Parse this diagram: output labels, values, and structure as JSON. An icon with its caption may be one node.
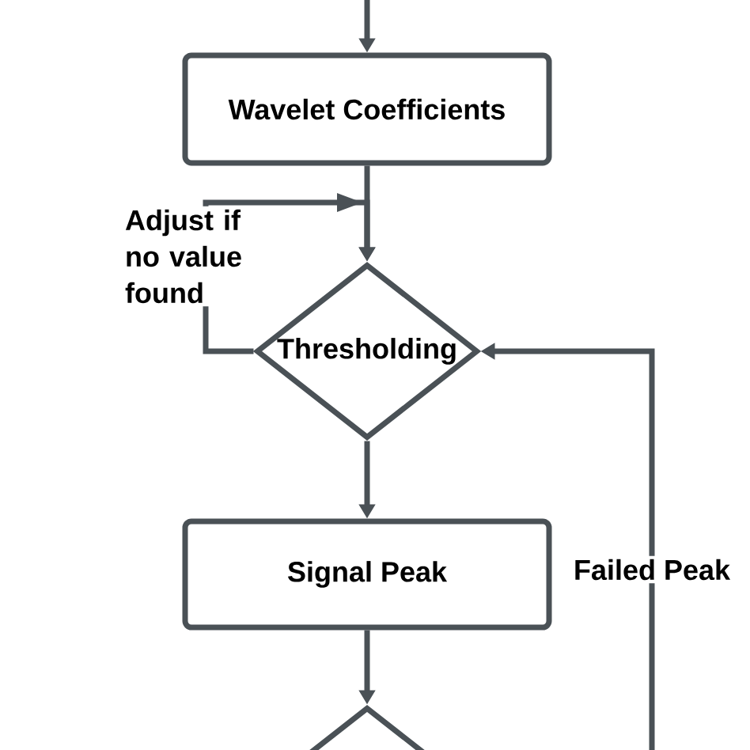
{
  "diagram": {
    "nodes": [
      {
        "text": [
          "Wavelet Coefficients"
        ]
      },
      {
        "text": [
          "Thresholding"
        ]
      },
      {
        "text": [
          "Signal Peak"
        ]
      },
      {
        "text": [],
        "shape": "diamond"
      }
    ],
    "edges": [
      {
        "from": null,
        "to": 0,
        "arrow": "to"
      },
      {
        "from": 0,
        "to": 1,
        "arrow": "to"
      },
      {
        "from": 1,
        "to": 1,
        "arrow": "to",
        "label": "Adjust if no value found"
      },
      {
        "from": 1,
        "to": 2,
        "arrow": "to"
      },
      {
        "from": 2,
        "to": 3,
        "arrow": "to"
      },
      {
        "from": 3,
        "to": 1,
        "arrow": "to",
        "label": "Failed Peak"
      }
    ]
  }
}
